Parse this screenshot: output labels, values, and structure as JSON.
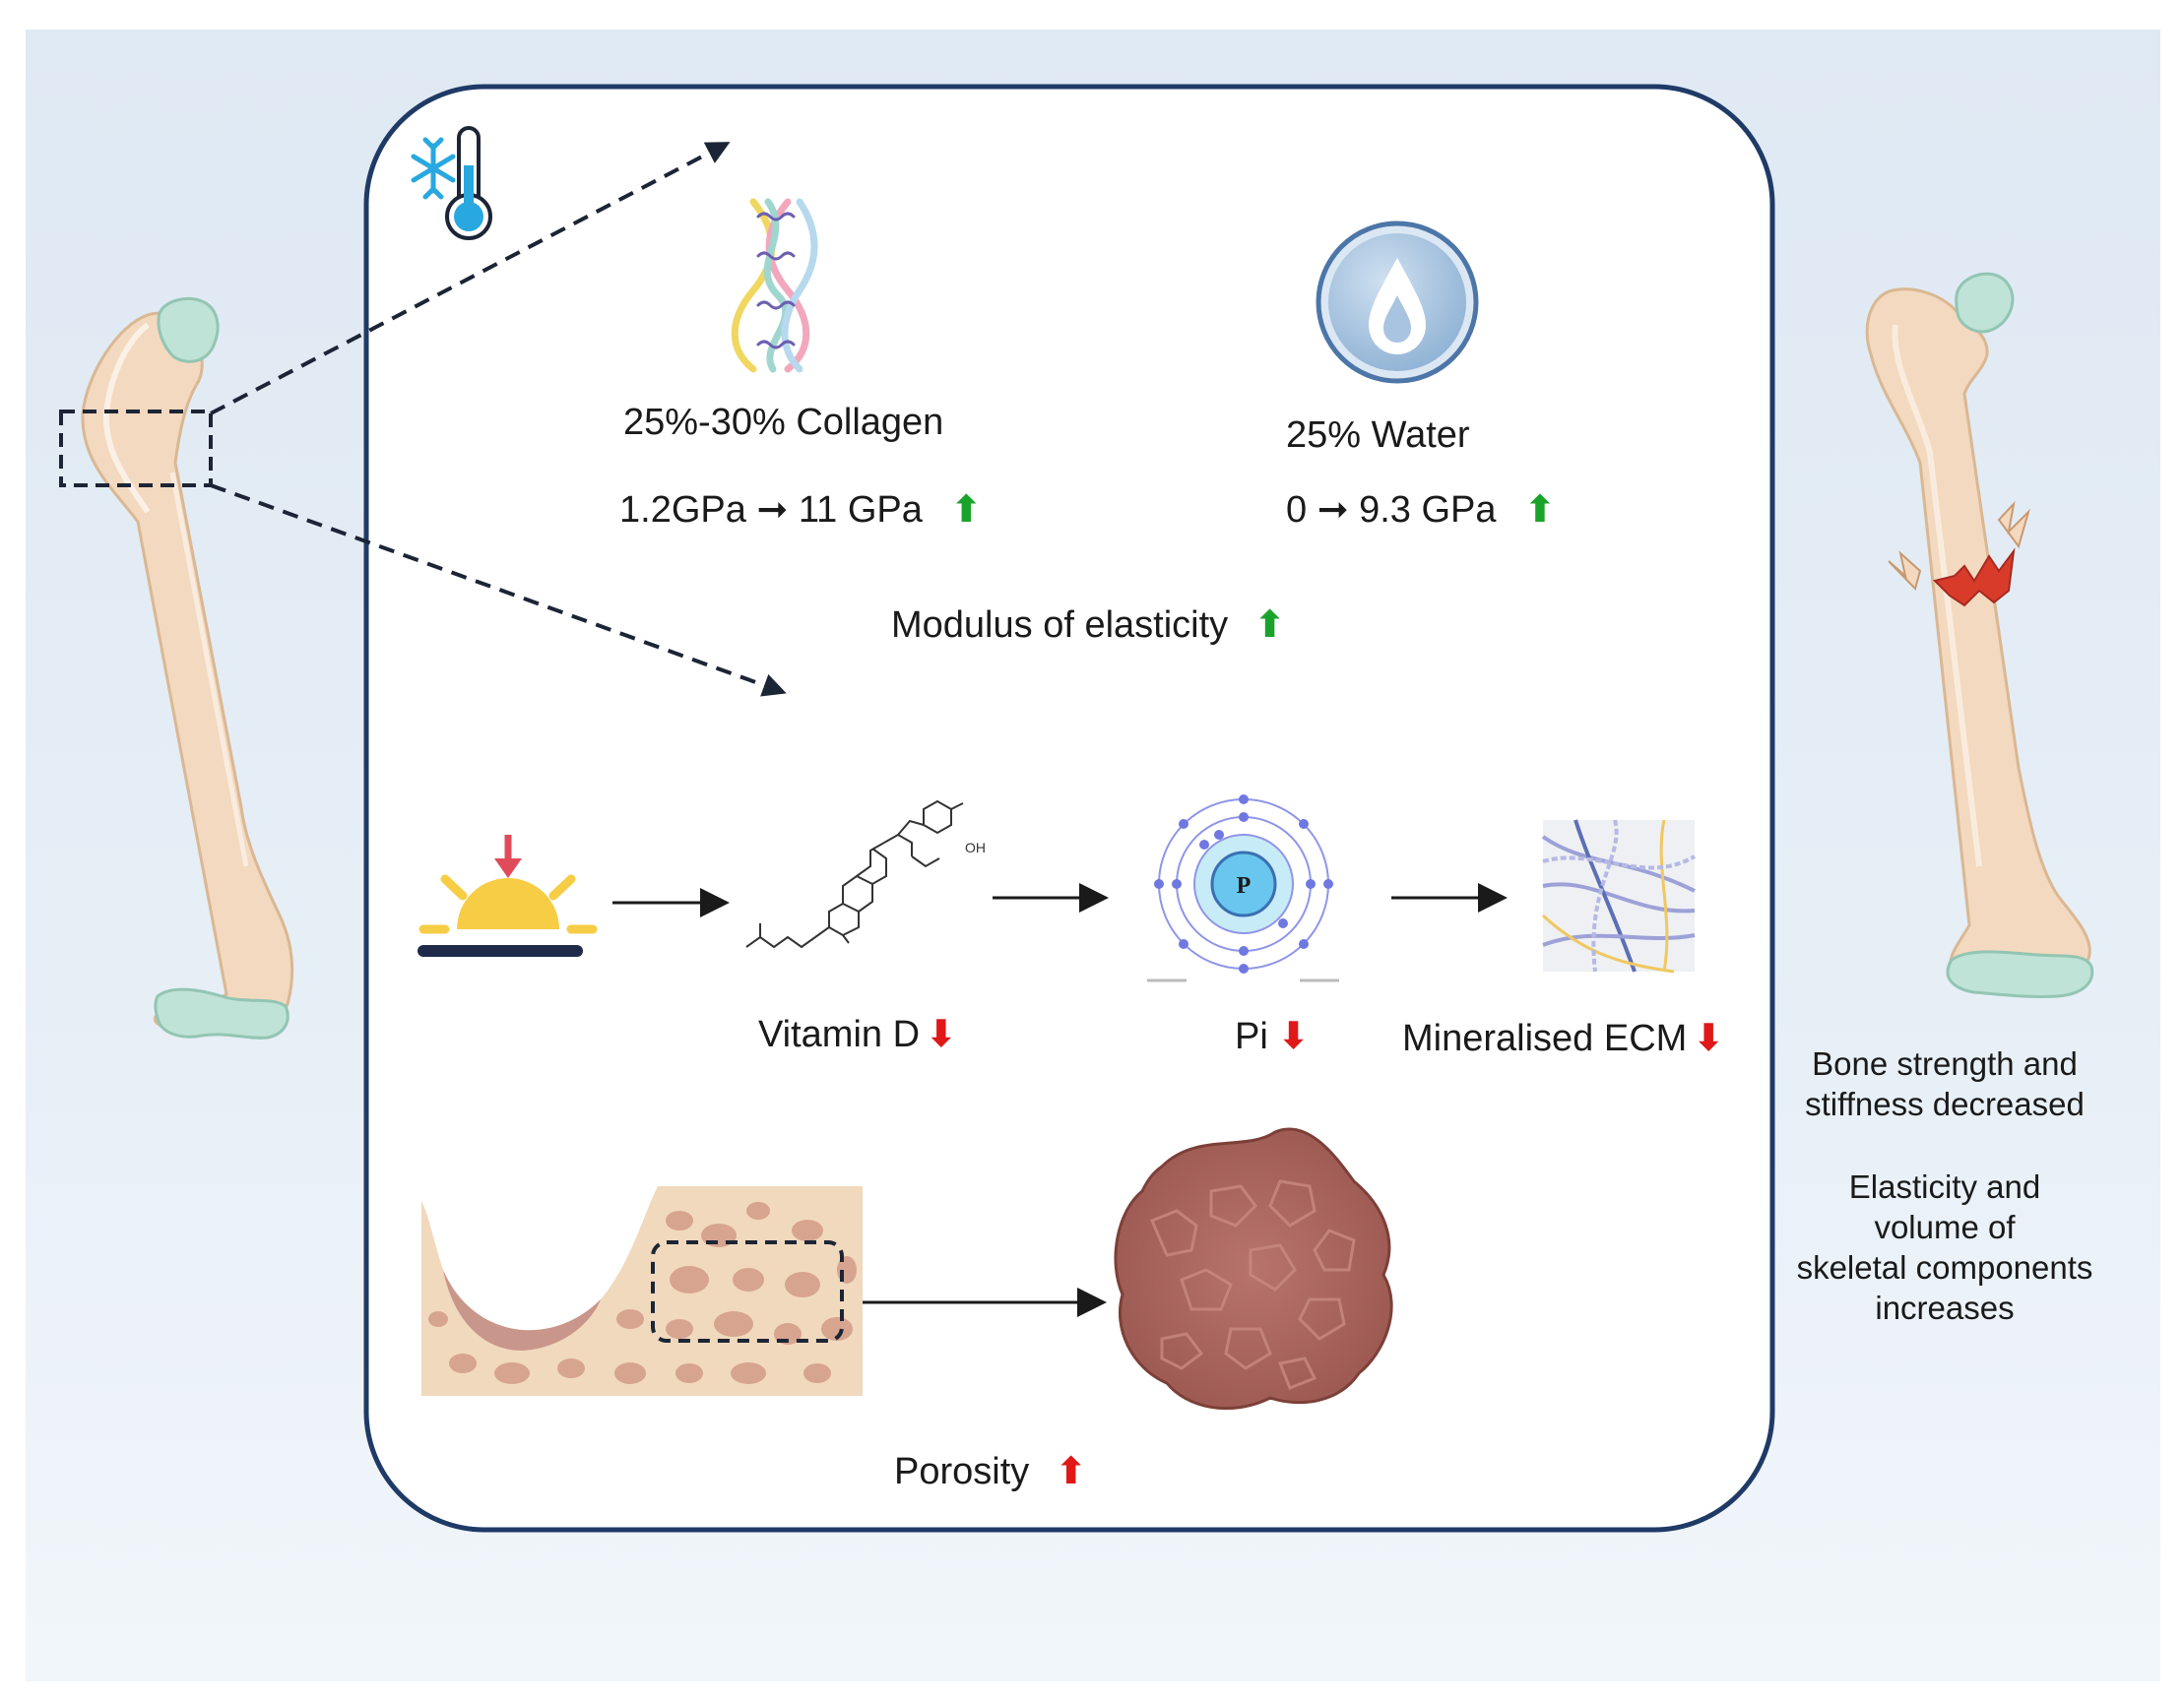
{
  "collagen": {
    "label": "25%-30% Collagen",
    "from": "1.2GPa",
    "to": "11 GPa",
    "arrow": "➞"
  },
  "water": {
    "label": "25% Water",
    "from": "0",
    "to": "9.3 GPa",
    "arrow": "➞"
  },
  "modulus": {
    "label": "Modulus of elasticity"
  },
  "vitamin_d": {
    "label": "Vitamin D"
  },
  "pi": {
    "label": "Pi"
  },
  "ecm": {
    "label": "Mineralised ECM"
  },
  "porosity": {
    "label": "Porosity"
  },
  "molecule": {
    "oh": "OH"
  },
  "atom": {
    "symbol": "P"
  },
  "side_notes": {
    "line1": "Bone strength and",
    "line2": "stiffness decreased",
    "line3": "Elasticity and",
    "line4": "volume of",
    "line5": "skeletal components",
    "line6": "increases"
  },
  "indicators": {
    "increase": "⬆",
    "decrease": "⬇"
  },
  "colors": {
    "increase": "#1aa32a",
    "decrease": "#e01818",
    "panel_border": "#1f3a66",
    "bone": "#f3d9bf",
    "cartilage": "#bfe3d6"
  },
  "icons": [
    "snowflake-thermometer-icon",
    "collagen-helix-icon",
    "water-drop-icon",
    "sunlight-icon",
    "vitamin-d-molecule-icon",
    "phosphorus-atom-icon",
    "ecm-fiber-icon",
    "trabecular-bone-icon",
    "porous-tissue-icon",
    "femur-icon",
    "fractured-femur-icon"
  ]
}
